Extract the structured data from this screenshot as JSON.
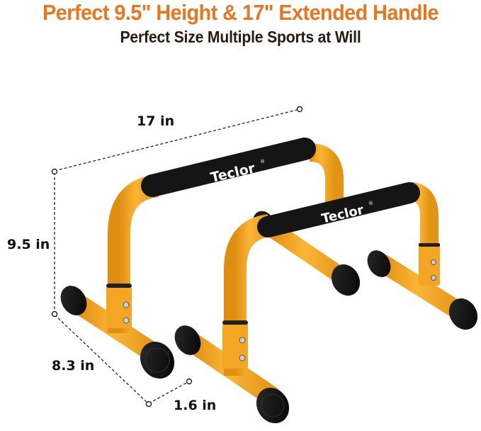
{
  "header": {
    "title": "Perfect 9.5\" Height & 17\" Extended Handle",
    "subtitle": "Perfect Size Multiple Sports at Will"
  },
  "product": {
    "brand_label_back": "Teclor",
    "brand_label_front": "Teclor",
    "registered_mark": "®",
    "colors": {
      "frame": "#F5A623",
      "frame_shadow": "#D98A10",
      "grip": "#151515",
      "headline": "#E8761E",
      "subhead": "#2A1A10"
    }
  },
  "dimensions": {
    "length": "17 in",
    "height": "9.5 in",
    "base": "8.3 in",
    "tube": "1.6 in"
  }
}
